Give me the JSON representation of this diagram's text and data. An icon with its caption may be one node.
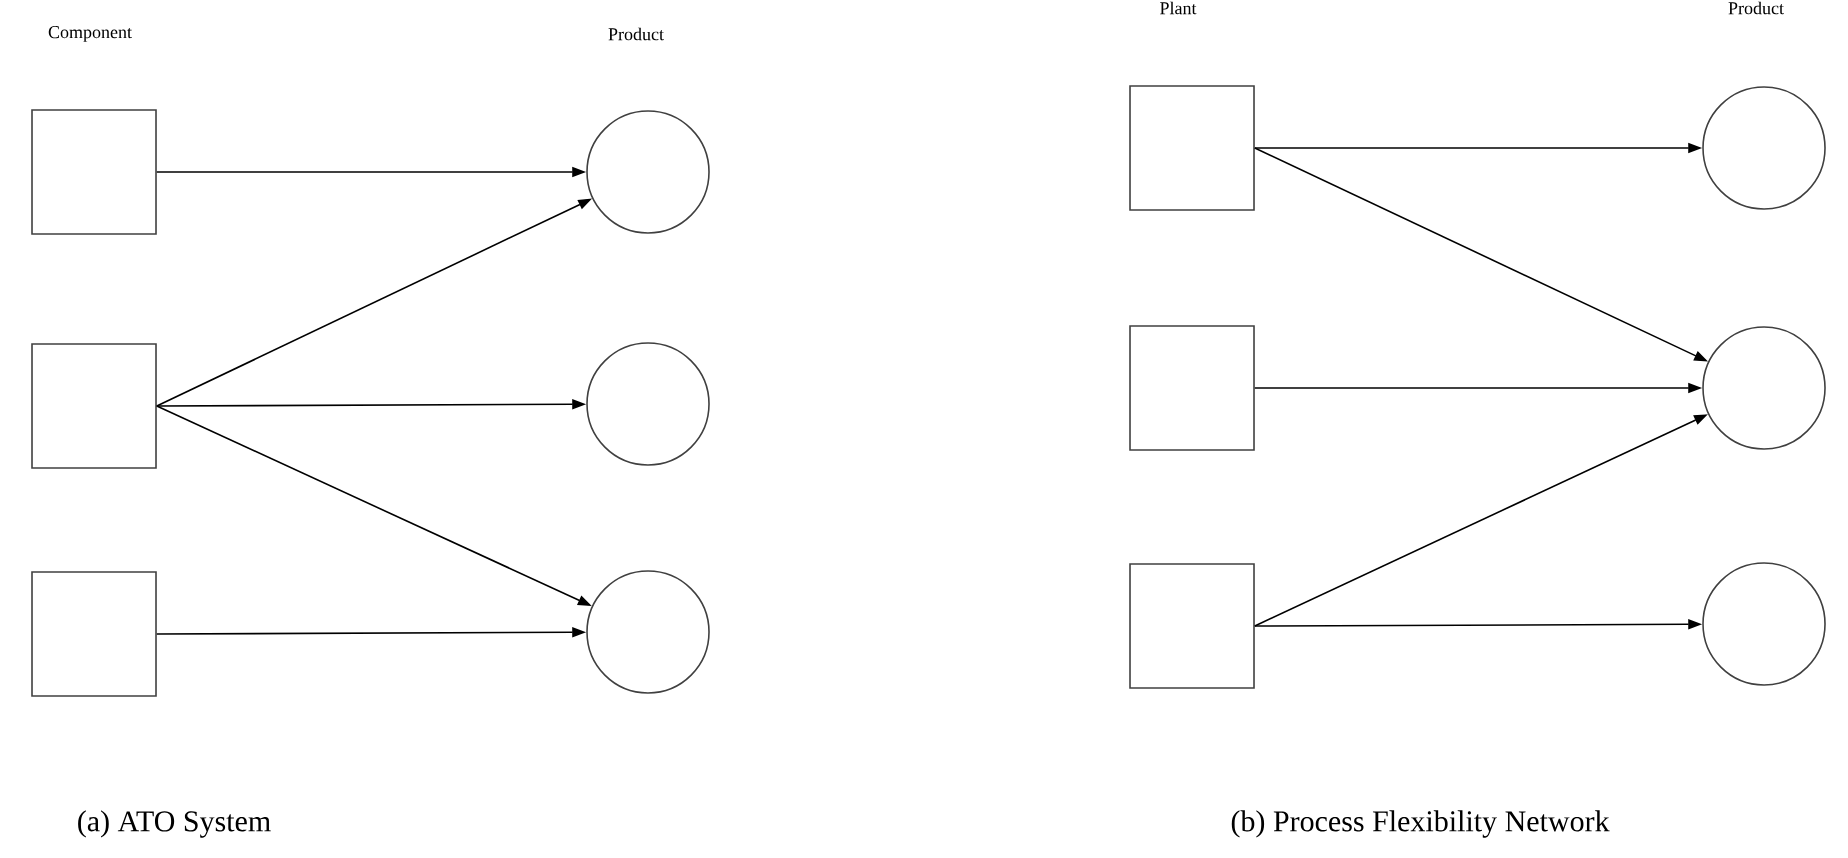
{
  "diagram": {
    "nodes": [
      {
        "text": [],
        "shape": "box"
      },
      {
        "text": [],
        "shape": "box"
      },
      {
        "text": [],
        "shape": "box"
      },
      {
        "text": [],
        "shape": "circle"
      },
      {
        "text": [],
        "shape": "circle"
      },
      {
        "text": [],
        "shape": "circle"
      },
      {
        "text": [],
        "shape": "box"
      },
      {
        "text": [],
        "shape": "box"
      },
      {
        "text": [],
        "shape": "box"
      },
      {
        "text": [],
        "shape": "circle"
      },
      {
        "text": [],
        "shape": "circle"
      },
      {
        "text": [],
        "shape": "circle"
      }
    ],
    "edges": [
      {
        "from": 0,
        "to": 3,
        "arrow": "to"
      },
      {
        "from": 1,
        "to": 3,
        "arrow": "to"
      },
      {
        "from": 1,
        "to": 4,
        "arrow": "to"
      },
      {
        "from": 1,
        "to": 5,
        "arrow": "to"
      },
      {
        "from": 2,
        "to": 5,
        "arrow": "to"
      },
      {
        "from": 6,
        "to": 9,
        "arrow": "to"
      },
      {
        "from": 6,
        "to": 10,
        "arrow": "to"
      },
      {
        "from": 7,
        "to": 10,
        "arrow": "to"
      },
      {
        "from": 8,
        "to": 10,
        "arrow": "to"
      },
      {
        "from": 8,
        "to": 11,
        "arrow": "to"
      }
    ],
    "labels": [
      "Component",
      "Product",
      "Plant",
      "Product",
      "(a) ATO System",
      "(b) Process Flexibility Network"
    ]
  }
}
